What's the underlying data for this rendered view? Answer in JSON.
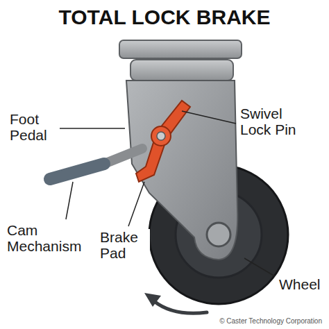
{
  "diagram": {
    "title": "TOTAL LOCK BRAKE",
    "labels": [
      "Swivel Lock Pin",
      "Foot Pedal",
      "Cam Mechanism",
      "Brake Pad",
      "Wheel",
      "© Caster Technology Corporation"
    ]
  }
}
